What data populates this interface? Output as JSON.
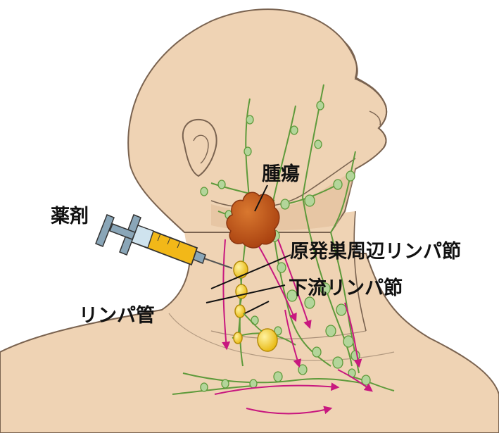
{
  "labels": {
    "tumor": "腫瘍",
    "drug": "薬剤",
    "primary_nodes": "原発巣周辺リンパ節",
    "downstream_nodes": "下流リンパ節",
    "lymph_vessel": "リンパ管"
  },
  "colors": {
    "skin": "#efd3b4",
    "skin_shadow": "#e0bb97",
    "outline": "#7a6350",
    "tumor": "#c5561b",
    "node_yellow": "#f2c417",
    "lymph_node_green": "#b3d59a",
    "lymph_vessel_green": "#5e9a3b",
    "flow_arrow": "#c8187f",
    "syringe_barrel": "#f2b818",
    "syringe_metal": "#8aa6b8"
  }
}
